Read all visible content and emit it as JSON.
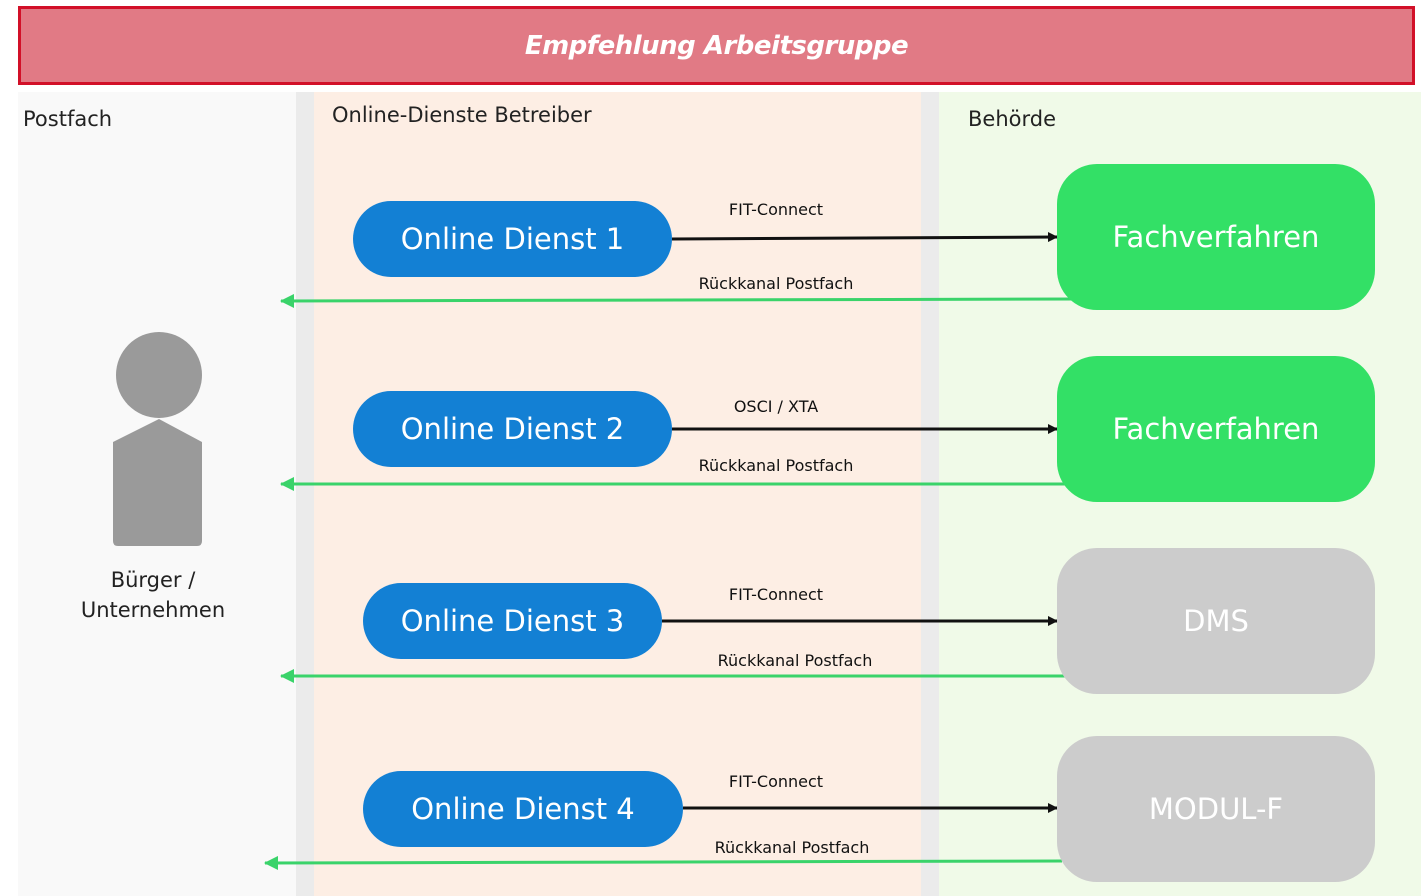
{
  "header": {
    "title": "Empfehlung Arbeitsgruppe",
    "color": "#e17a85",
    "border_color": "#d21028"
  },
  "lanes": [
    {
      "title": "Postfach",
      "color": "#f9f9f9"
    },
    {
      "title": "Online-Dienste Betreiber",
      "color": "#fdeee4"
    },
    {
      "title": "Behörde",
      "color": "#f0fae8"
    }
  ],
  "actor": {
    "icon": "person-icon",
    "label_line1": "Bürger /",
    "label_line2": "Unternehmen",
    "color": "#9a9a9a"
  },
  "rows": [
    {
      "service": "Online Dienst 1",
      "target": "Fachverfahren",
      "target_color": "#33e066",
      "forward_label": "FIT-Connect",
      "return_label": "Rückkanal Postfach"
    },
    {
      "service": "Online Dienst 2",
      "target": "Fachverfahren",
      "target_color": "#33e066",
      "forward_label": "OSCI / XTA",
      "return_label": "Rückkanal Postfach"
    },
    {
      "service": "Online Dienst 3",
      "target": "DMS",
      "target_color": "#cccccc",
      "forward_label": "FIT-Connect",
      "return_label": "Rückkanal Postfach"
    },
    {
      "service": "Online Dienst 4",
      "target": "MODUL-F",
      "target_color": "#cccccc",
      "forward_label": "FIT-Connect",
      "return_label": "Rückkanal Postfach"
    }
  ],
  "colors": {
    "service_fill": "#1380d4",
    "forward_arrow": "#111111",
    "return_arrow": "#3ad36a"
  }
}
